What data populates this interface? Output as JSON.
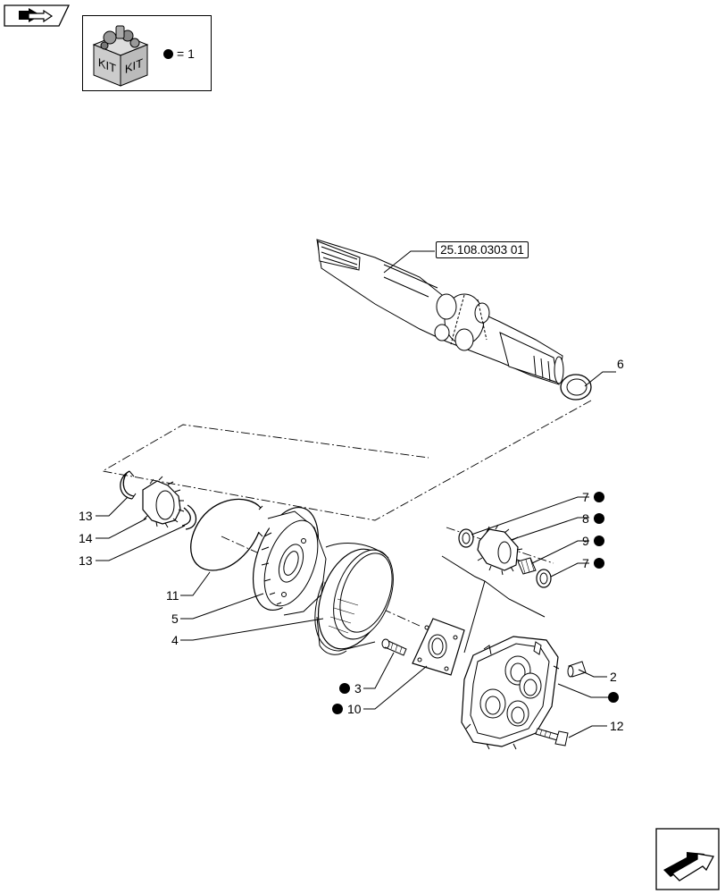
{
  "kit": {
    "label_left": "KIT",
    "label_right": "KIT",
    "legend_text": "= 1"
  },
  "reference": {
    "code": "25.108.0303 01"
  },
  "callouts": [
    {
      "id": "callout-6",
      "text": "6",
      "kit": false
    },
    {
      "id": "callout-7a",
      "text": "7",
      "kit": true
    },
    {
      "id": "callout-8",
      "text": "8",
      "kit": true
    },
    {
      "id": "callout-9",
      "text": "9",
      "kit": true
    },
    {
      "id": "callout-7b",
      "text": "7",
      "kit": true
    },
    {
      "id": "callout-2",
      "text": "2",
      "kit": false
    },
    {
      "id": "callout-hub",
      "text": "",
      "kit": true
    },
    {
      "id": "callout-12",
      "text": "12",
      "kit": false
    },
    {
      "id": "callout-13a",
      "text": "13",
      "kit": false
    },
    {
      "id": "callout-14",
      "text": "14",
      "kit": false
    },
    {
      "id": "callout-13b",
      "text": "13",
      "kit": false
    },
    {
      "id": "callout-11",
      "text": "11",
      "kit": false
    },
    {
      "id": "callout-5",
      "text": "5",
      "kit": false
    },
    {
      "id": "callout-4",
      "text": "4",
      "kit": false
    },
    {
      "id": "callout-3",
      "text": "3",
      "kit": true
    },
    {
      "id": "callout-10",
      "text": "10",
      "kit": true
    }
  ],
  "icons": {
    "top_left": "back-arrow-icon",
    "bottom_right": "next-page-arrow-icon"
  },
  "colors": {
    "line": "#000000",
    "background": "#ffffff"
  }
}
